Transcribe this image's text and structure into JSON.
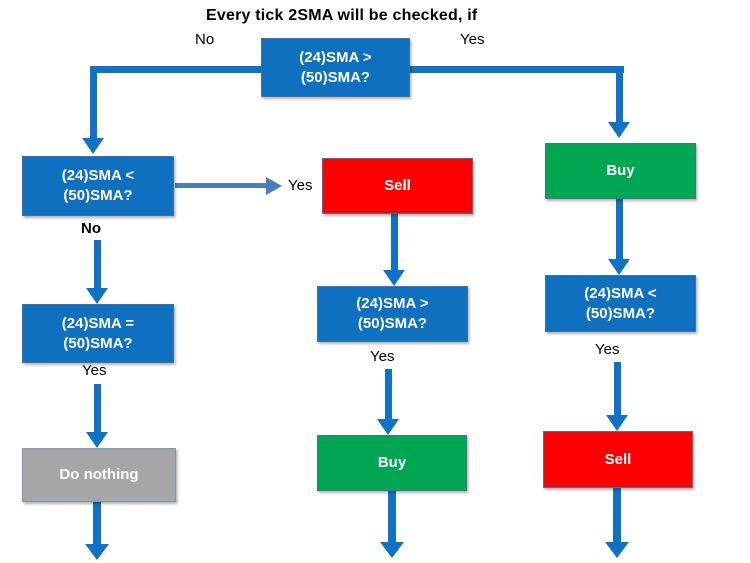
{
  "flowchart": {
    "title": "Every tick 2SMA will be checked, if",
    "labels": {
      "root_no": "No",
      "root_yes": "Yes",
      "sell_branch_yes": "Yes",
      "left_no": "No",
      "left_eq_yes": "Yes",
      "mid_yes": "Yes",
      "right_yes": "Yes"
    },
    "nodes": {
      "root": {
        "line1": "(24)SMA >",
        "line2": "(50)SMA?"
      },
      "left_lt": {
        "line1": "(24)SMA <",
        "line2": "(50)SMA?"
      },
      "left_eq": {
        "line1": "(24)SMA =",
        "line2": "(50)SMA?"
      },
      "do_nothing": {
        "label": "Do nothing"
      },
      "mid_sell": {
        "label": "Sell"
      },
      "mid_gt": {
        "line1": "(24)SMA >",
        "line2": "(50)SMA?"
      },
      "mid_buy": {
        "label": "Buy"
      },
      "right_buy": {
        "label": "Buy"
      },
      "right_lt": {
        "line1": "(24)SMA <",
        "line2": "(50)SMA?"
      },
      "right_sell": {
        "label": "Sell"
      }
    },
    "colors": {
      "box_blue": "#1070C0",
      "box_red": "#FE0000",
      "box_green": "#00A651",
      "box_gray": "#A6A6A6",
      "box_border": "#41719C",
      "arrow_blue": "#0F72C4",
      "arrow_steel": "#4A7EBB",
      "text_light": "#FFFFFF",
      "text_dark": "#000000",
      "background": "#FFFFFF"
    }
  }
}
